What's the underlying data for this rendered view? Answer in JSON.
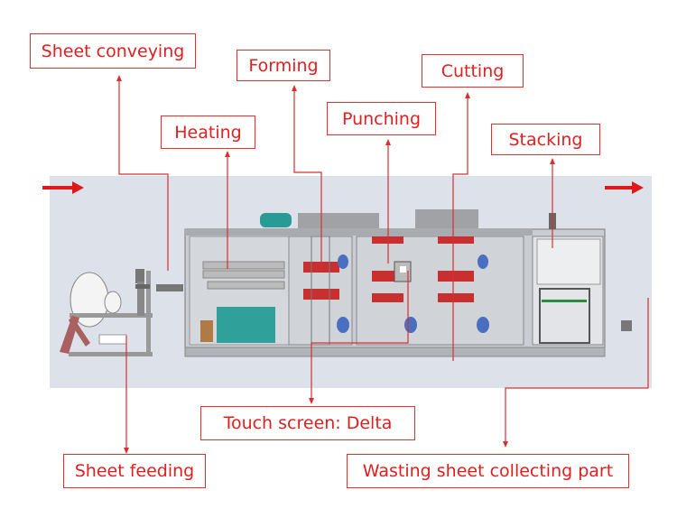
{
  "labels": {
    "sheet_conveying": "Sheet conveying",
    "forming": "Forming",
    "heating": "Heating",
    "punching": "Punching",
    "cutting": "Cutting",
    "stacking": "Stacking",
    "touch_screen": "Touch screen: Delta",
    "sheet_feeding": "Sheet feeding",
    "wasting_sheet": "Wasting sheet collecting part"
  },
  "colors": {
    "label": "#e02020",
    "leader_line": "#d83030",
    "panel_bg": "#dde1ea",
    "frame": "#8a8e94",
    "mold": "#c83030",
    "teal": "#2a9a94"
  }
}
